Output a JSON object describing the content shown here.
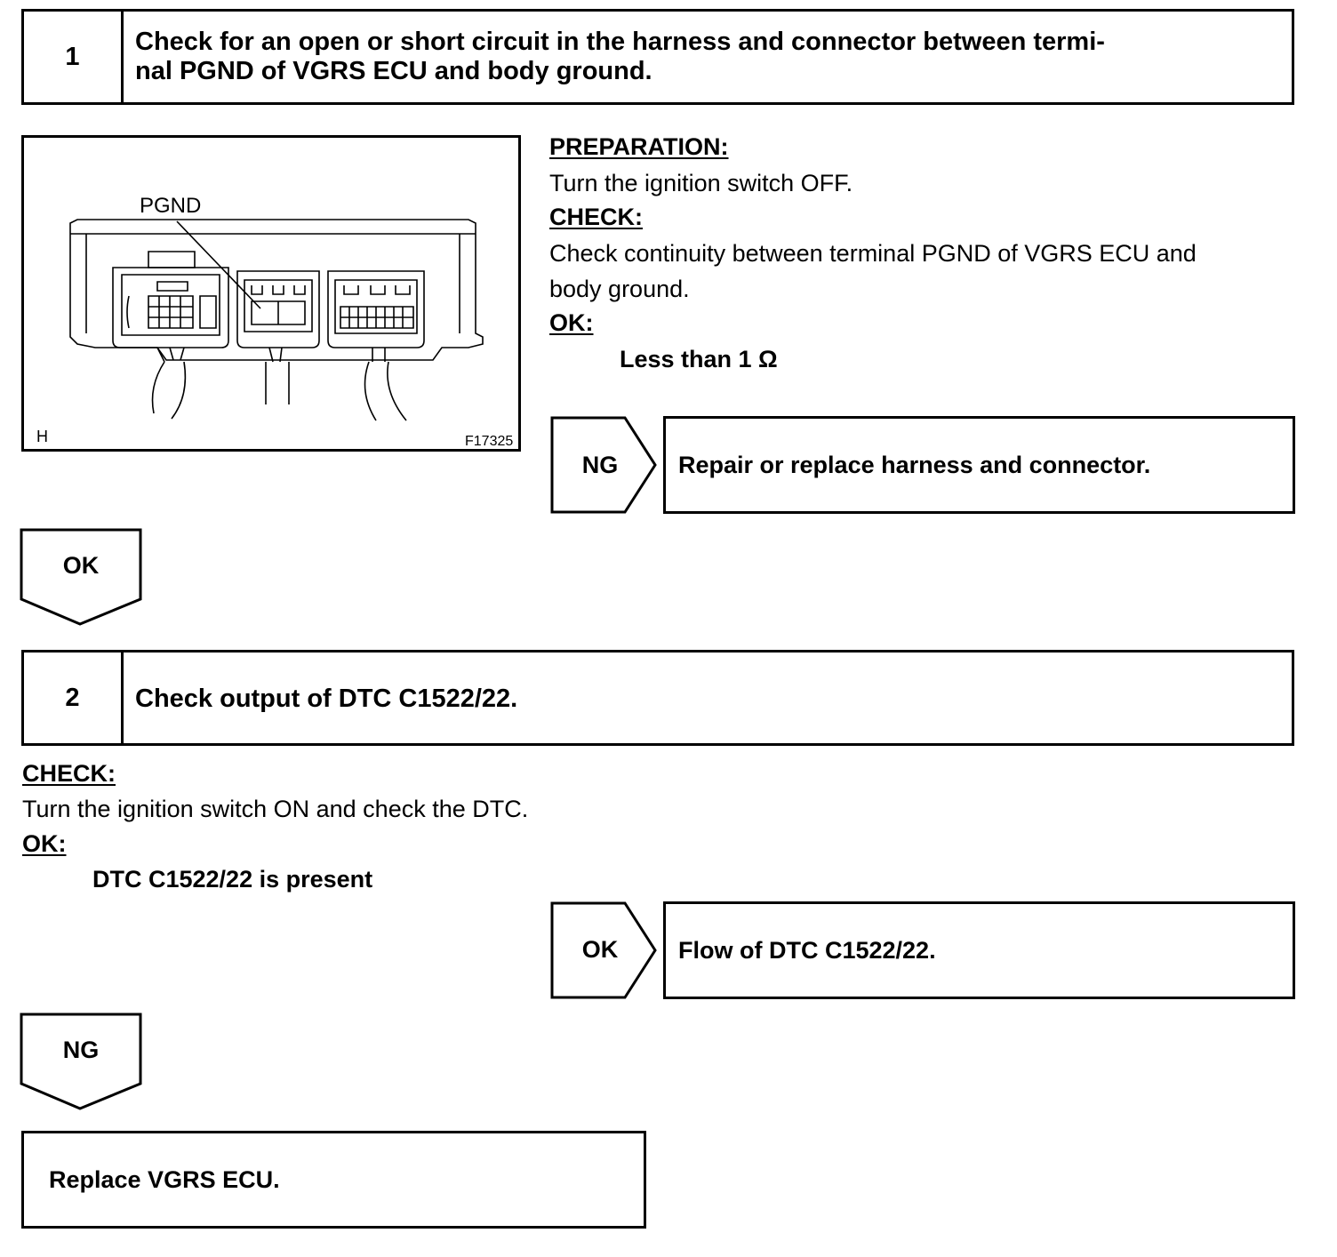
{
  "step1": {
    "number": "1",
    "title_line1": "Check for an open or short circuit in the harness and connector between termi-",
    "title_line2": "nal PGND of VGRS ECU and body ground."
  },
  "figure": {
    "pin_label": "PGND",
    "corner_mark": "H",
    "figure_id": "F17325"
  },
  "procedure1": {
    "preparation_heading": "PREPARATION:",
    "preparation_text": "Turn the ignition switch OFF.",
    "check_heading": "CHECK:",
    "check_text_line1": "Check continuity between terminal PGND of VGRS ECU and",
    "check_text_line2": "body ground.",
    "ok_heading": "OK:",
    "ok_spec": "Less than 1 Ω"
  },
  "result1_ng": {
    "tag": "NG",
    "action": "Repair or replace harness and connector."
  },
  "flow1": {
    "tag": "OK"
  },
  "step2": {
    "number": "2",
    "title": "Check output of DTC C1522/22."
  },
  "procedure2": {
    "check_heading": "CHECK:",
    "check_text": "Turn the ignition switch ON and check the DTC.",
    "ok_heading": "OK:",
    "ok_spec": "DTC C1522/22 is present"
  },
  "result2_ok": {
    "tag": "OK",
    "action": "Flow of DTC C1522/22."
  },
  "flow2": {
    "tag": "NG"
  },
  "final": {
    "action": "Replace VGRS ECU."
  },
  "colors": {
    "line": "#000000",
    "background": "#ffffff"
  }
}
